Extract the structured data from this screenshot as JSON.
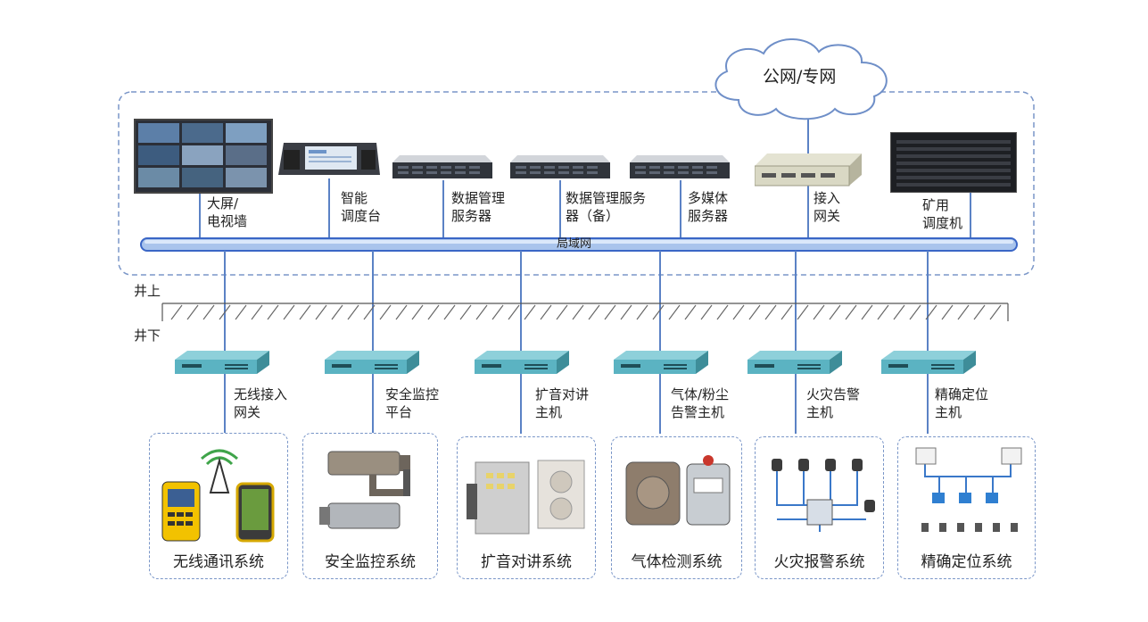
{
  "cloud": {
    "label": "公网/专网"
  },
  "lan": {
    "label": "局域网"
  },
  "zones": {
    "above": "井上",
    "below": "井下"
  },
  "top_devices": [
    {
      "label": "大屏/\n电视墙"
    },
    {
      "label": "智能\n调度台"
    },
    {
      "label": "数据管理\n服务器"
    },
    {
      "label": "数据管理服务\n器（备）"
    },
    {
      "label": "多媒体\n服务器"
    },
    {
      "label": "接入\n网关"
    },
    {
      "label": "矿用\n调度机"
    }
  ],
  "bottom_devices": [
    {
      "host": "无线接入\n网关",
      "system": "无线通讯系统"
    },
    {
      "host": "安全监控\n平台",
      "system": "安全监控系统"
    },
    {
      "host": "扩音对讲\n主机",
      "system": "扩音对讲系统"
    },
    {
      "host": "气体/粉尘\n告警主机",
      "system": "气体检测系统"
    },
    {
      "host": "火灾告警\n主机",
      "system": "火灾报警系统"
    },
    {
      "host": "精确定位\n主机",
      "system": "精确定位系统"
    }
  ]
}
